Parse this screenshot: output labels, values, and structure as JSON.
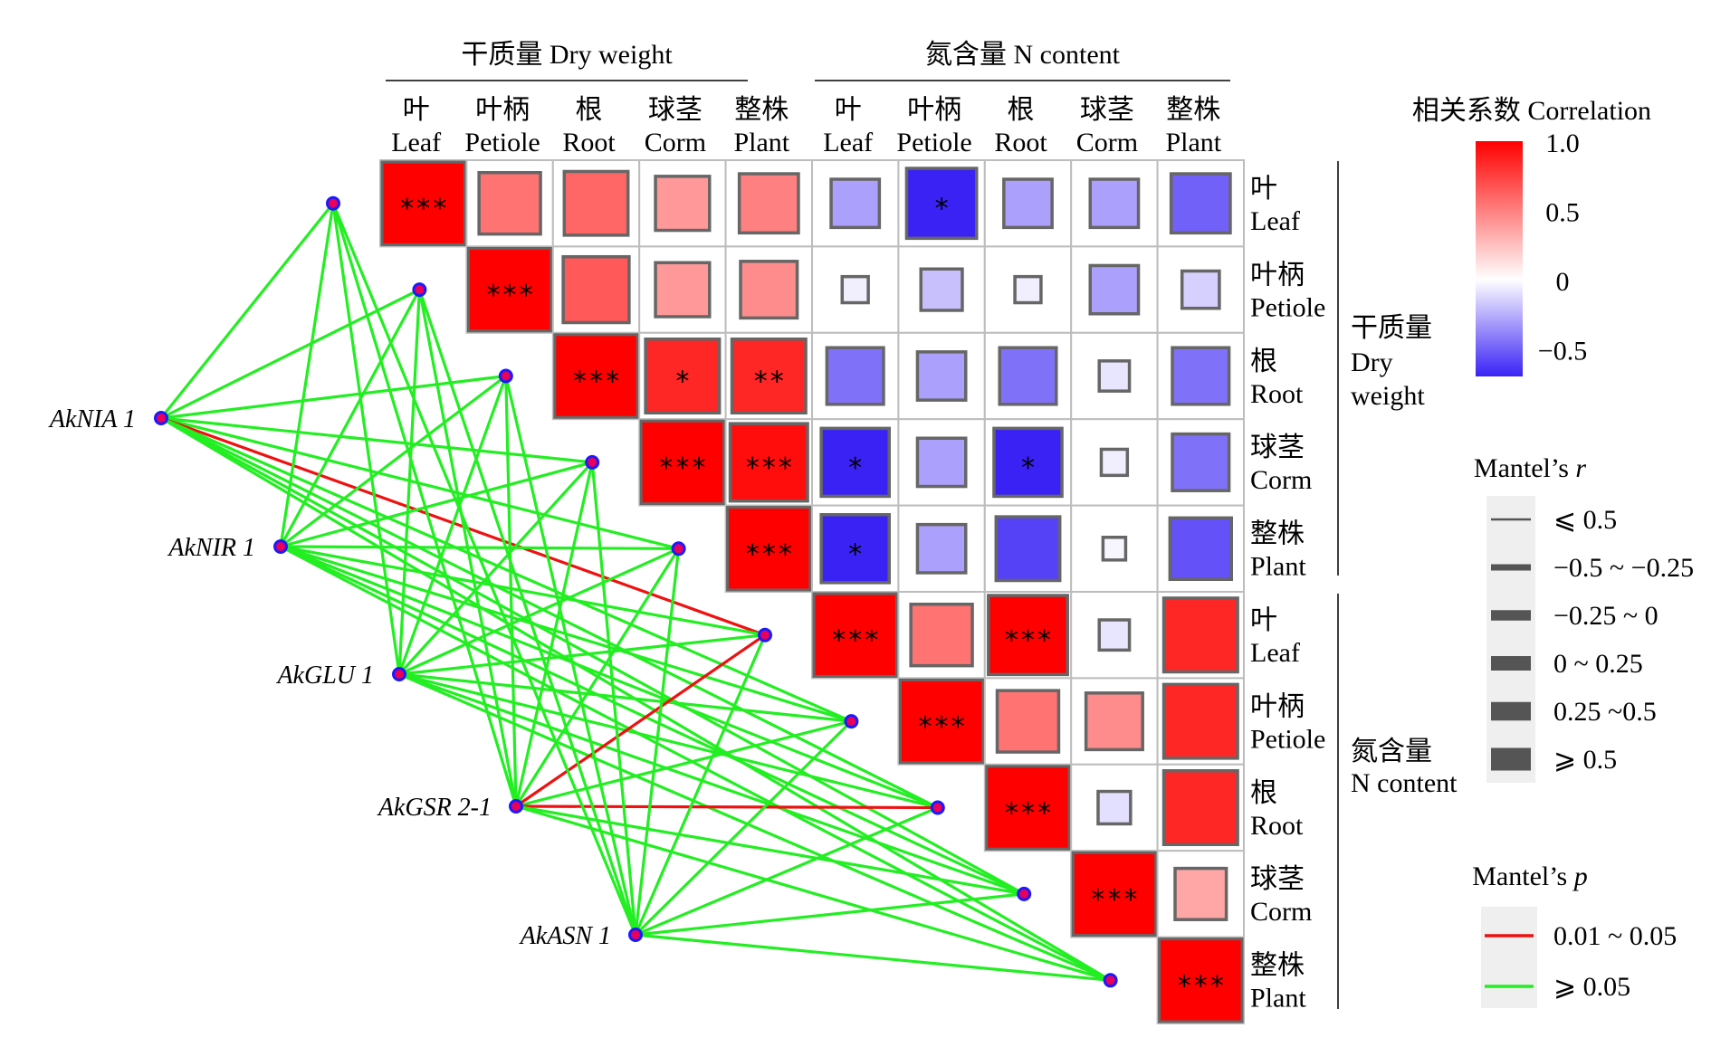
{
  "chart_data": {
    "type": "heatmap",
    "groups": [
      {
        "name": "干质量 Dry weight",
        "name_zh": "干质量",
        "name_en_lines": [
          "Dry",
          "weight"
        ]
      },
      {
        "name": "氮含量 N content",
        "name_zh": "氮含量",
        "name_en_lines": [
          "N content"
        ]
      }
    ],
    "variables": [
      {
        "zh": "叶",
        "en": "Leaf"
      },
      {
        "zh": "叶柄",
        "en": "Petiole"
      },
      {
        "zh": "根",
        "en": "Root"
      },
      {
        "zh": "球茎",
        "en": "Corm"
      },
      {
        "zh": "整株",
        "en": "Plant"
      },
      {
        "zh": "叶",
        "en": "Leaf"
      },
      {
        "zh": "叶柄",
        "en": "Petiole"
      },
      {
        "zh": "根",
        "en": "Root"
      },
      {
        "zh": "球茎",
        "en": "Corm"
      },
      {
        "zh": "整株",
        "en": "Plant"
      }
    ],
    "correlation_matrix": [
      [
        1.0,
        0.55,
        0.6,
        0.4,
        0.5,
        -0.3,
        -0.75,
        -0.3,
        -0.3,
        -0.5
      ],
      [
        null,
        1.0,
        0.65,
        0.4,
        0.45,
        -0.05,
        -0.2,
        -0.05,
        -0.3,
        -0.15
      ],
      [
        null,
        null,
        1.0,
        0.85,
        0.85,
        -0.45,
        -0.3,
        -0.45,
        -0.08,
        -0.45
      ],
      [
        null,
        null,
        null,
        1.0,
        0.95,
        -0.7,
        -0.3,
        -0.7,
        -0.05,
        -0.45
      ],
      [
        null,
        null,
        null,
        null,
        1.0,
        -0.7,
        -0.3,
        -0.6,
        -0.03,
        -0.55
      ],
      [
        null,
        null,
        null,
        null,
        null,
        1.0,
        0.55,
        1.0,
        -0.08,
        0.85
      ],
      [
        null,
        null,
        null,
        null,
        null,
        null,
        1.0,
        0.55,
        0.45,
        0.85
      ],
      [
        null,
        null,
        null,
        null,
        null,
        null,
        null,
        1.0,
        -0.1,
        0.85
      ],
      [
        null,
        null,
        null,
        null,
        null,
        null,
        null,
        null,
        1.0,
        0.35
      ],
      [
        null,
        null,
        null,
        null,
        null,
        null,
        null,
        null,
        null,
        1.0
      ]
    ],
    "significance_matrix": [
      [
        "***",
        "",
        "",
        "",
        "",
        "",
        "*",
        "",
        "",
        ""
      ],
      [
        null,
        "***",
        "",
        "",
        "",
        "",
        "",
        "",
        "",
        ""
      ],
      [
        null,
        null,
        "***",
        "*",
        "**",
        "",
        "",
        "",
        "",
        ""
      ],
      [
        null,
        null,
        null,
        "***",
        "***",
        "*",
        "",
        "*",
        "",
        ""
      ],
      [
        null,
        null,
        null,
        null,
        "***",
        "*",
        "",
        "",
        "",
        ""
      ],
      [
        null,
        null,
        null,
        null,
        null,
        "***",
        "",
        "***",
        "",
        ""
      ],
      [
        null,
        null,
        null,
        null,
        null,
        null,
        "***",
        "",
        "",
        ""
      ],
      [
        null,
        null,
        null,
        null,
        null,
        null,
        null,
        "***",
        "",
        ""
      ],
      [
        null,
        null,
        null,
        null,
        null,
        null,
        null,
        null,
        "***",
        ""
      ],
      [
        null,
        null,
        null,
        null,
        null,
        null,
        null,
        null,
        null,
        "***"
      ]
    ],
    "genes": [
      "AkNIA 1",
      "AkNIR 1",
      "AkGLU 1",
      "AkGSR 2-1",
      "AkASN 1"
    ],
    "mantel_links": [
      {
        "gene": "AkNIA 1",
        "p_class": [
          1,
          1,
          1,
          1,
          1,
          0,
          1,
          1,
          1,
          1
        ]
      },
      {
        "gene": "AkNIR 1",
        "p_class": [
          1,
          1,
          1,
          1,
          1,
          1,
          1,
          1,
          1,
          1
        ]
      },
      {
        "gene": "AkGLU 1",
        "p_class": [
          1,
          1,
          1,
          1,
          1,
          1,
          1,
          1,
          1,
          1
        ]
      },
      {
        "gene": "AkGSR 2-1",
        "p_class": [
          1,
          1,
          1,
          1,
          1,
          0,
          1,
          0,
          1,
          1
        ]
      },
      {
        "gene": "AkASN 1",
        "p_class": [
          1,
          1,
          1,
          1,
          1,
          1,
          1,
          1,
          1,
          1
        ]
      }
    ],
    "colorbar": {
      "title": "相关系数 Correlation",
      "min": -0.7,
      "max": 1.0,
      "ticks": [
        "1.0",
        "0.5",
        "0",
        "−0.5"
      ],
      "tick_values": [
        1.0,
        0.5,
        0,
        -0.5
      ],
      "colors": {
        "negative": "#3a22f5",
        "zero": "#ffffff",
        "positive": "#ff0000"
      }
    },
    "mantel_r_legend": {
      "title_prefix": "Mantel’s",
      "title_var": "r",
      "items": [
        "⩽ 0.5",
        "−0.5 ~ −0.25",
        "−0.25 ~ 0",
        "0 ~ 0.25",
        "0.25 ~0.5",
        "⩾ 0.5"
      ]
    },
    "mantel_p_legend": {
      "title_prefix": "Mantel’s",
      "title_var": "p",
      "items": [
        {
          "label": "0.01 ~ 0.05",
          "color": "#ee1111"
        },
        {
          "label": "⩾ 0.05",
          "color": "#22ee22"
        }
      ]
    },
    "style": {
      "cell_border": "#666666",
      "node_fill": "#e8005a",
      "node_stroke": "#1a1aff"
    }
  }
}
